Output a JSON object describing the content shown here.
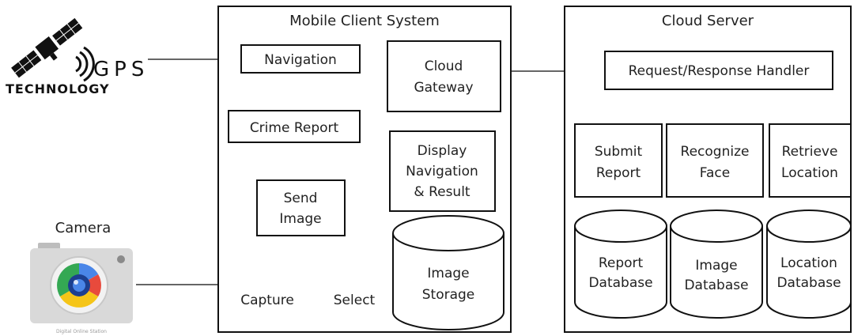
{
  "mobile_client": {
    "title": "Mobile Client System",
    "navigation": "Navigation",
    "cloud_gateway": [
      "Cloud",
      "Gateway"
    ],
    "crime_report": "Crime Report",
    "display": [
      "Display",
      "Navigation",
      "& Result"
    ],
    "send_image": [
      "Send",
      "Image"
    ],
    "image_storage": [
      "Image",
      "Storage"
    ],
    "capture": "Capture",
    "select": "Select"
  },
  "cloud_server": {
    "title": "Cloud Server",
    "handler": "Request/Response Handler",
    "submit_report": [
      "Submit",
      "Report"
    ],
    "recognize_face": [
      "Recognize",
      "Face"
    ],
    "retrieve_location": [
      "Retrieve",
      "Location"
    ],
    "report_db": [
      "Report",
      "Database"
    ],
    "image_db": [
      "Image",
      "Database"
    ],
    "location_db": [
      "Location",
      "Database"
    ]
  },
  "gps": {
    "title": "GPS",
    "subtitle": "TECHNOLOGY"
  },
  "camera": {
    "label": "Camera",
    "caption": "Digital Online Station"
  },
  "colors": {
    "stroke": "#111111",
    "camera_body": "#d9d9d9",
    "lens_blue": "#4a86e8",
    "lens_red": "#e84a3c",
    "lens_yellow": "#f5c518",
    "lens_green": "#34a853"
  }
}
